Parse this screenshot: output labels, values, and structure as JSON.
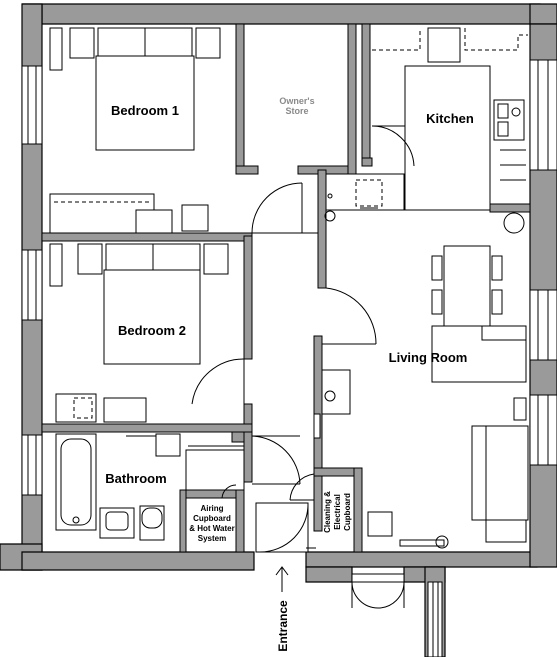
{
  "rooms": {
    "bedroom1": "Bedroom 1",
    "owners_store_line1": "Owner's",
    "owners_store_line2": "Store",
    "kitchen": "Kitchen",
    "bedroom2": "Bedroom 2",
    "living_room": "Living Room",
    "bathroom": "Bathroom",
    "airing_line1": "Airing",
    "airing_line2": "Cupboard",
    "airing_line3": "& Hot Water",
    "airing_line4": "System",
    "cleaning_line1": "Cleaning  &",
    "cleaning_line2": "Electrical",
    "cleaning_line3": "Cupboard"
  },
  "entrance": {
    "label": "Entrance"
  }
}
